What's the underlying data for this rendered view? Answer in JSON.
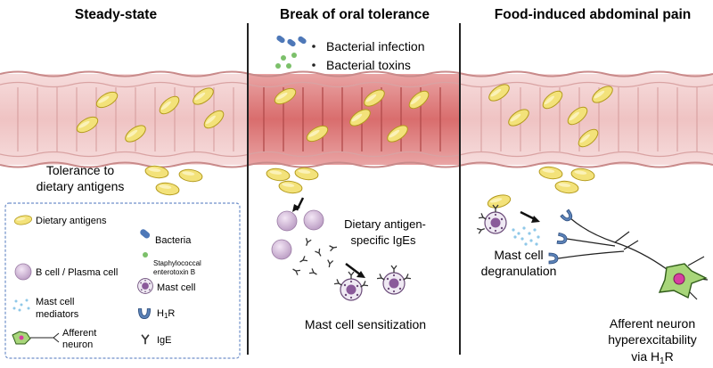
{
  "panels": {
    "steady_state": {
      "title": "Steady-state",
      "caption_line1": "Tolerance to",
      "caption_line2": "dietary antigens"
    },
    "break": {
      "title": "Break of oral tolerance",
      "trigger1": "Bacterial infection",
      "trigger2": "Bacterial toxins",
      "ige_line1": "Dietary antigen-",
      "ige_line2": "specific IgEs",
      "sensitization": "Mast cell sensitization"
    },
    "pain": {
      "title": "Food-induced abdominal pain",
      "degran_line1": "Mast cell",
      "degran_line2": "degranulation",
      "neuron_line1": "Afferent neuron",
      "neuron_line2": "hyperexcitability",
      "neuron_line3_prefix": "via H",
      "neuron_line3_sub": "1",
      "neuron_line3_suffix": "R"
    }
  },
  "legend": {
    "dietary_antigens": "Dietary antigens",
    "bacteria": "Bacteria",
    "b_cell": "B cell / Plasma cell",
    "staph_line1": "Staphylococcal",
    "staph_line2": "enterotoxin B",
    "mast_mediators_line1": "Mast cell",
    "mast_mediators_line2": "mediators",
    "mast_cell": "Mast cell",
    "h1r_prefix": "H",
    "h1r_sub": "1",
    "h1r_suffix": "R",
    "neuron_line1": "Afferent",
    "neuron_line2": "neuron",
    "ige": "IgE"
  },
  "colors": {
    "antigen": "#f3e27a",
    "antigen_stroke": "#b39a1c",
    "gut_wall": "#f2cfcf",
    "gut_inflamed": "#e38a8a",
    "bacteria": "#4e78b8",
    "toxin": "#7cc06a",
    "mediator": "#8fc8e8",
    "b_cell": "#d9c2dd",
    "mast_cell": "#e8e0ee",
    "mast_nucleus": "#7a4a8a",
    "neuron": "#a8d67a",
    "neuron_nucleus": "#d63fa0",
    "legend_border": "#6f8fc9"
  },
  "icons": [
    "dietary-antigen-icon",
    "bacteria-icon",
    "b-cell-icon",
    "toxin-icon",
    "mediator-icon",
    "mast-cell-icon",
    "h1r-receptor-icon",
    "neuron-icon",
    "ige-icon",
    "arrow-icon"
  ]
}
